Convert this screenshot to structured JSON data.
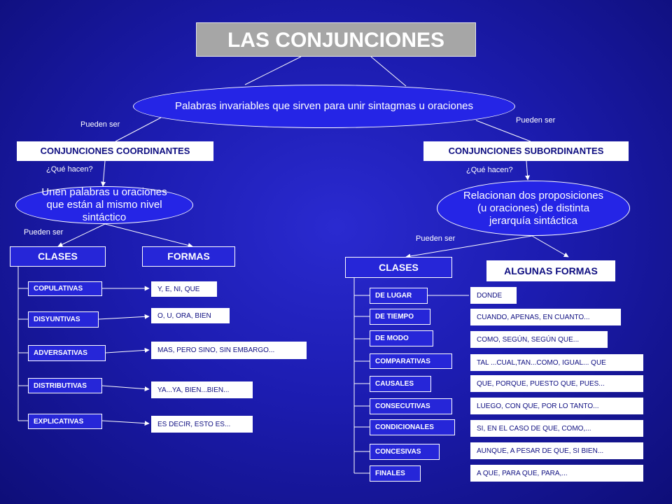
{
  "title": "LAS CONJUNCIONES",
  "definition": "Palabras invariables que sirven para unir sintagmas u oraciones",
  "labels": {
    "pueden_ser": "Pueden ser",
    "que_hacen": "¿Qué hacen?"
  },
  "coordinantes": {
    "header": "CONJUNCIONES COORDINANTES",
    "description": "Unen palabras u oraciones que están al mismo nivel sintáctico",
    "classes_header": "CLASES",
    "forms_header": "FORMAS",
    "rows": [
      {
        "clase": "COPULATIVAS",
        "forma": "Y, E, NI, QUE"
      },
      {
        "clase": "DISYUNTIVAS",
        "forma": "O, U, ORA, BIEN"
      },
      {
        "clase": "ADVERSATIVAS",
        "forma": "MAS, PERO SINO, SIN EMBARGO..."
      },
      {
        "clase": "DISTRIBUTIVAS",
        "forma": "YA...YA,  BIEN...BIEN..."
      },
      {
        "clase": "EXPLICATIVAS",
        "forma": "ES DECIR, ESTO ES..."
      }
    ]
  },
  "subordinantes": {
    "header": "CONJUNCIONES SUBORDINANTES",
    "description": "Relacionan dos proposiciones (u oraciones) de distinta jerarquía sintáctica",
    "classes_header": "CLASES",
    "forms_header": "ALGUNAS FORMAS",
    "rows": [
      {
        "clase": "DE LUGAR",
        "forma": "DONDE"
      },
      {
        "clase": "DE TIEMPO",
        "forma": "CUANDO, APENAS, EN CUANTO..."
      },
      {
        "clase": "DE MODO",
        "forma": "COMO, SEGÚN, SEGÚN QUE..."
      },
      {
        "clase": "COMPARATIVAS",
        "forma": "TAL ...CUAL,TAN...COMO,  IGUAL... QUE"
      },
      {
        "clase": "CAUSALES",
        "forma": "QUE, PORQUE, PUESTO QUE, PUES..."
      },
      {
        "clase": "CONSECUTIVAS",
        "forma": "LUEGO, CON QUE, POR LO TANTO..."
      },
      {
        "clase": "CONDICIONALES",
        "forma": "SI, EN EL CASO DE QUE, COMO,..."
      },
      {
        "clase": "CONCESIVAS",
        "forma": "AUNQUE, A PESAR DE QUE, SI BIEN..."
      },
      {
        "clase": "FINALES",
        "forma": "A QUE, PARA QUE, PARA,..."
      }
    ]
  }
}
